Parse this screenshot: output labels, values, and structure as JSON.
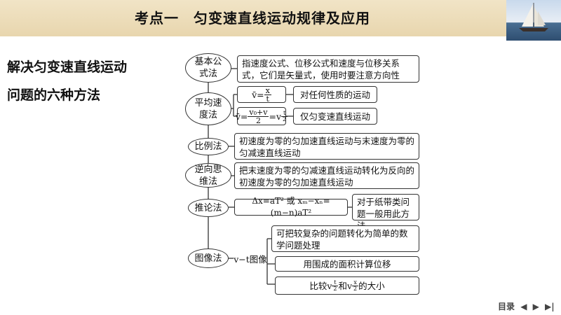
{
  "header": {
    "title": "考点一　匀变速直线运动规律及应用"
  },
  "side_title": {
    "line1": "解决匀变速直线运动",
    "line2": "问题的六种方法"
  },
  "methods": {
    "basic": {
      "label1": "基本公",
      "label2": "式法",
      "desc": "指速度公式、位移公式和速度与位移关系式，它们是矢量式，使用时要注意方向性"
    },
    "average": {
      "label1": "平均速",
      "label2": "度法",
      "f1_lhs": "v̄=",
      "f1_num": "x",
      "f1_den": "t",
      "f1_desc": "对任何性质的运动",
      "f2_lhs": "v̄=",
      "f2_num": "v₀+v",
      "f2_den": "2",
      "f2_eq": "=v",
      "f2_sub_num": "t",
      "f2_sub_den": "2",
      "f2_desc": "仅匀变速直线运动"
    },
    "ratio": {
      "label": "比例法",
      "desc": "初速度为零的匀加速直线运动与末速度为零的匀减速直线运动"
    },
    "reverse": {
      "label1": "逆向思",
      "label2": "维法",
      "desc": "把末速度为零的匀减速直线运动转化为反向的初速度为零的匀加速直线运动"
    },
    "inference": {
      "label": "推论法",
      "formula": "Δx=aT² 或 xₘ−xₙ=(m−n)aT²",
      "desc": "对于纸带类问题一般用此方法"
    },
    "graph": {
      "label": "图像法",
      "sub": "v−t图像",
      "item1": "可把较复杂的问题转化为简单的数学问题处理",
      "item2": "用围成的面积计算位移",
      "item3_pre": "比较v",
      "item3_mid": "和v",
      "item3_post": "的大小",
      "item3_sub_a_num": "t",
      "item3_sub_a_den": "2",
      "item3_sub_b_num": "x",
      "item3_sub_b_den": "2"
    }
  },
  "nav": {
    "toc": "目录",
    "prev": "◀",
    "play": "▶",
    "next": "▶|"
  }
}
